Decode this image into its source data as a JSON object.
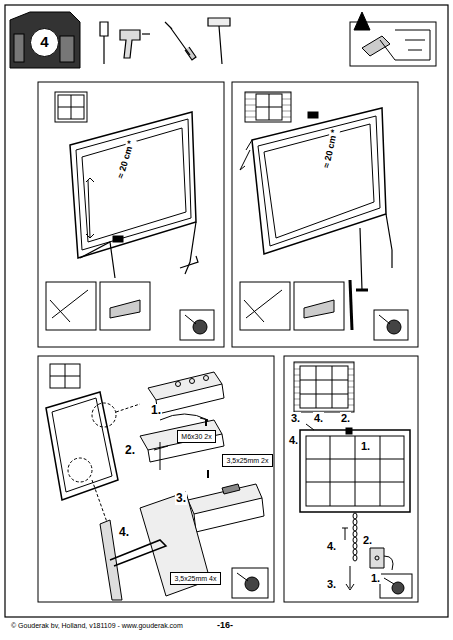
{
  "diagram": {
    "nodes": [
      {
        "text": [
          "4"
        ]
      },
      {
        "text": [
          "M6x30 2x"
        ]
      },
      {
        "text": [
          "3,5x25mm 2x"
        ]
      },
      {
        "text": [
          "3,5x25mm 4x"
        ]
      }
    ],
    "labels": [
      "≈ 20 cm *",
      "≈ 20 cm *",
      "1.",
      "2.",
      "3.",
      "4.",
      "3.",
      "4.",
      "2.",
      "4.",
      "1.",
      "4.",
      "2.",
      "1.",
      "3.",
      "© Gouderak bv, Holland, v181109 - www.gouderak.com",
      "-16-"
    ]
  }
}
